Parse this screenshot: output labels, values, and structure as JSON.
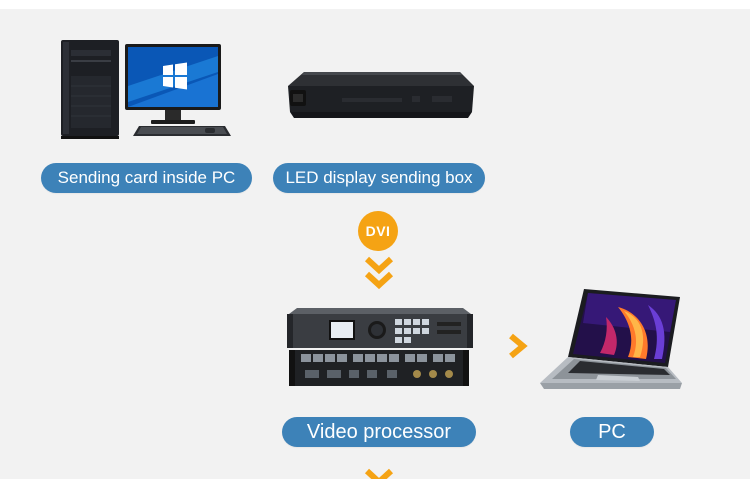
{
  "labels": {
    "sending_card": "Sending card inside PC",
    "sending_box": "LED display sending box",
    "video_processor": "Video processor",
    "pc": "PC"
  },
  "connector": {
    "badge": "DVI"
  },
  "colors": {
    "pill_blue": "#3d82b8",
    "accent_orange": "#f5a314",
    "background": "#f2f2f2"
  },
  "icons": {
    "desktop": "desktop-pc-icon",
    "sending_box": "sending-box-icon",
    "video_processor": "video-processor-icon",
    "laptop": "laptop-icon",
    "down_arrow": "double-chevron-down-icon",
    "right_arrow": "chevron-right-icon"
  }
}
